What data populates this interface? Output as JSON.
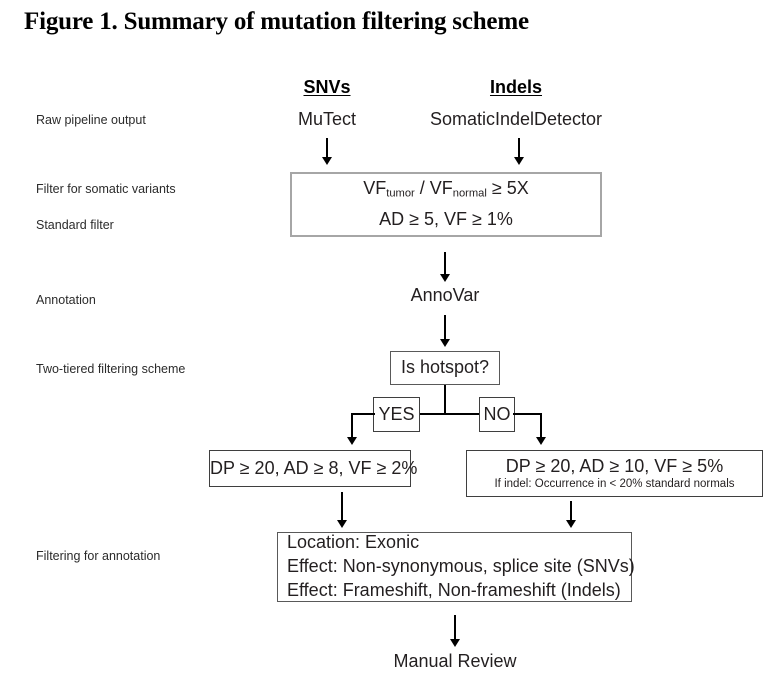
{
  "figure": {
    "title": "Figure 1. Summary of mutation filtering scheme"
  },
  "stage_labels": {
    "raw_pipeline_output": "Raw pipeline output",
    "filter_somatic_variants": "Filter for somatic variants",
    "standard_filter": "Standard filter",
    "annotation": "Annotation",
    "two_tiered": "Two-tiered filtering scheme",
    "filtering_for_annotation": "Filtering for annotation"
  },
  "columns": {
    "snvs_heading": "SNVs",
    "indels_heading": "Indels",
    "snvs_tool": "MuTect",
    "indels_tool": "SomaticIndelDetector"
  },
  "somatic_filter_box": {
    "line1_prefix": "VF",
    "line1_sub1": "tumor",
    "line1_mid": " / VF",
    "line1_sub2": "normal",
    "line1_suffix": " ≥ 5X",
    "line2": "AD ≥ 5, VF ≥ 1%"
  },
  "annotation_node": "AnnoVar",
  "decision": {
    "question": "Is hotspot?",
    "yes_label": "YES",
    "no_label": "NO"
  },
  "tier_boxes": {
    "hotspot_yes": "DP ≥ 20, AD ≥ 8, VF ≥ 2%",
    "hotspot_no_line1": "DP ≥ 20, AD ≥ 10, VF ≥ 5%",
    "hotspot_no_line2": "If indel: Occurrence in < 20% standard normals"
  },
  "annotation_filter_box": {
    "line1": "Location: Exonic",
    "line2": "Effect: Non-synonymous, splice site (SNVs)",
    "line3": "Effect: Frameshift, Non-frameshift (Indels)"
  },
  "final_node": "Manual Review",
  "colors": {
    "ink": "#231f20",
    "box_border_gray": "#a6a6a6",
    "box_border_dark": "#3f3f3f",
    "connector": "#000000",
    "background": "#ffffff"
  }
}
